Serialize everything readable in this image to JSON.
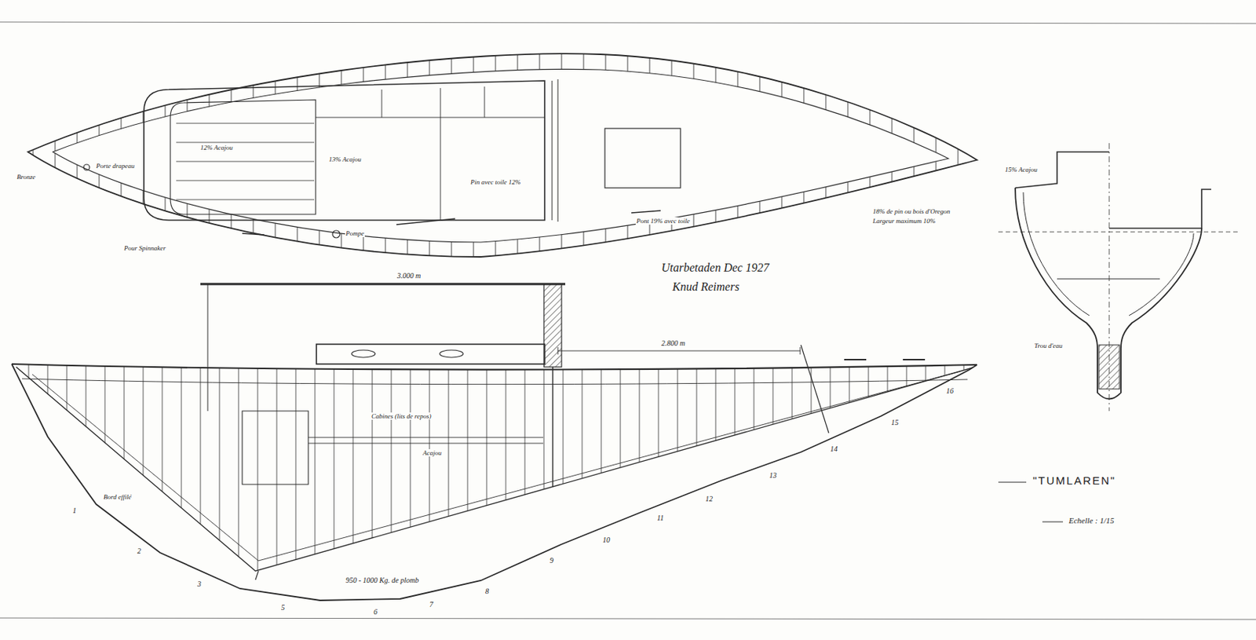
{
  "diagram": {
    "title": "\"TUMLAREN\"",
    "labels": [
      "Bronze",
      "Porte drapeau",
      "12% Acajou",
      "13% Acajou",
      "Pin avec toile 12%",
      "Pont 19% avec toile",
      "Pompe",
      "Pour Spinnaker",
      "18% de pin ou bois d'Oregon",
      "Largeur maximum 10%",
      "15% Acajou",
      "Trou d'eau",
      "Utarbetaden Dec 1927",
      "Knud Reimers",
      "3.000 m",
      "2.800 m",
      "Cabines (lits de repos)",
      "Acajou",
      "Bord effilé",
      "950 - 1000 Kg. de plomb",
      "Echelle : 1/15",
      "1",
      "2",
      "3",
      "5",
      "6",
      "7",
      "8",
      "9",
      "10",
      "11",
      "12",
      "13",
      "14",
      "15",
      "16"
    ]
  }
}
